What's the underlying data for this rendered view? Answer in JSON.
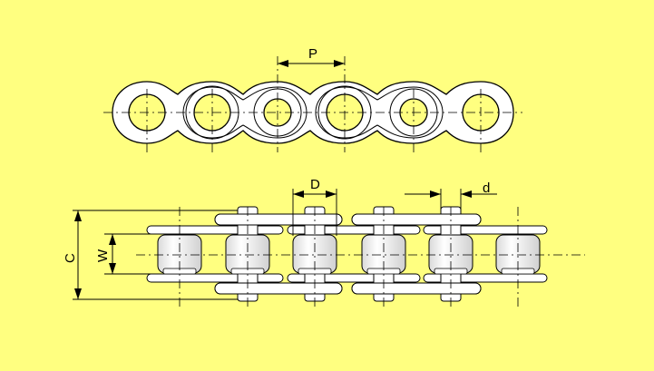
{
  "colors": {
    "background": "#ffff80",
    "part_fill": "#ffffff",
    "outline": "#000000",
    "roller_shade": "#e6e6e6"
  },
  "labels": {
    "pitch": "P",
    "roller_diameter": "D",
    "pin_diameter": "d",
    "overall_width": "C",
    "inner_width": "W"
  }
}
